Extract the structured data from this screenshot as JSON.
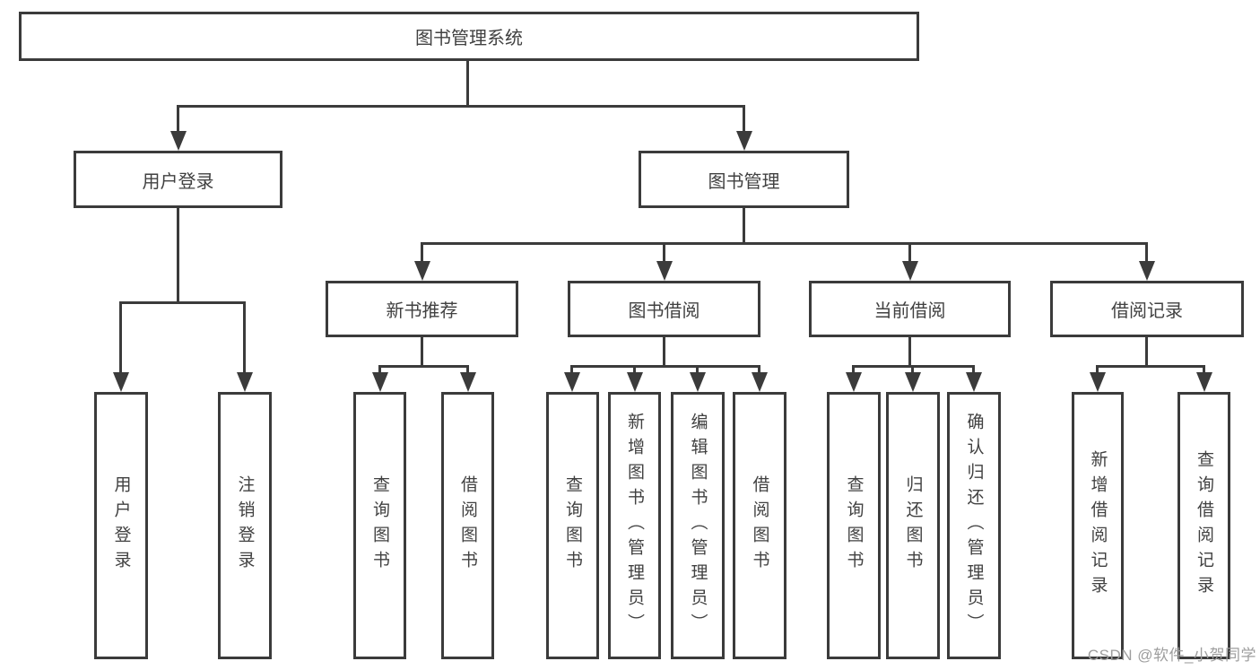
{
  "tree": {
    "label": "图书管理系统",
    "children": [
      {
        "label": "用户登录",
        "children": [
          {
            "label": "用户登录"
          },
          {
            "label": "注销登录"
          }
        ]
      },
      {
        "label": "图书管理",
        "children": [
          {
            "label": "新书推荐",
            "children": [
              {
                "label": "查询图书"
              },
              {
                "label": "借阅图书"
              }
            ]
          },
          {
            "label": "图书借阅",
            "children": [
              {
                "label": "查询图书"
              },
              {
                "label": "新增图书（管理员）"
              },
              {
                "label": "编辑图书（管理员）"
              },
              {
                "label": "借阅图书"
              }
            ]
          },
          {
            "label": "当前借阅",
            "children": [
              {
                "label": "查询图书"
              },
              {
                "label": "归还图书"
              },
              {
                "label": "确认归还（管理员）"
              }
            ]
          },
          {
            "label": "借阅记录",
            "children": [
              {
                "label": "新增借阅记录"
              },
              {
                "label": "查询借阅记录"
              }
            ]
          }
        ]
      }
    ]
  },
  "watermark": "CSDN @软件_小贺同学",
  "colors": {
    "line": "#3b3b3b",
    "text": "#414141",
    "watermark": "#9e9e9e",
    "background": "#ffffff"
  }
}
